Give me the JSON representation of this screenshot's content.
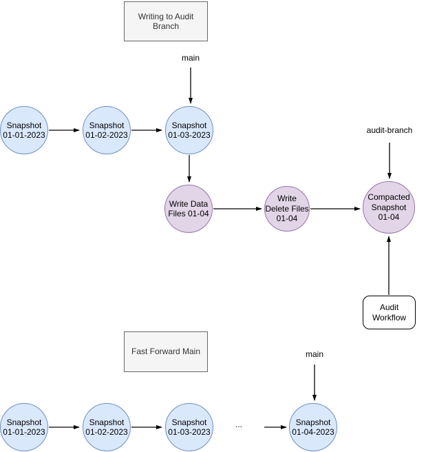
{
  "titles": {
    "writing_section": "Writing to Audit Branch",
    "fast_forward_section": "Fast Forward Main"
  },
  "labels": {
    "main_top": "main",
    "main_bottom": "main",
    "audit_branch": "audit-branch",
    "ellipsis": "..."
  },
  "top_row": {
    "s1": "Snapshot\n01-01-2023",
    "s2": "Snapshot\n01-02-2023",
    "s3": "Snapshot\n01-03-2023"
  },
  "audit_row": {
    "w1": "Write Data\nFiles 01-04",
    "w2": "Write\nDelete Files\n01-04",
    "w3": "Compacted\nSnapshot\n01-04"
  },
  "audit_workflow_box": "Audit\nWorkflow",
  "bottom_row": {
    "s1": "Snapshot\n01-01-2023",
    "s2": "Snapshot\n01-02-2023",
    "s3": "Snapshot\n01-03-2023",
    "s4": "Snapshot\n01-04-2023"
  },
  "colors": {
    "node_blue_fill": "#dae8fc",
    "node_blue_border": "#6c8ebf",
    "node_purple_fill": "#e1d5e7",
    "node_purple_border": "#9673a6",
    "box_gray_fill": "#f5f5f5",
    "box_gray_border": "#666666",
    "arrow": "#000000"
  }
}
